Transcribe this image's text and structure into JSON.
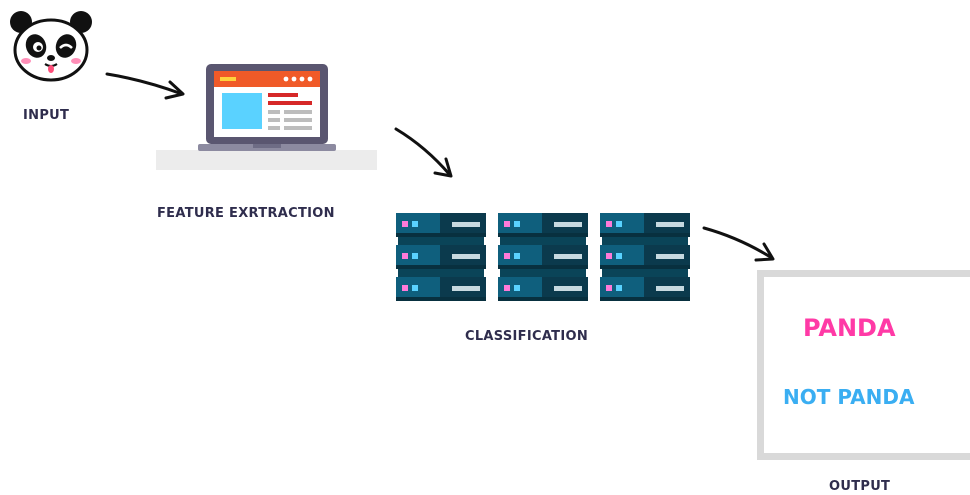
{
  "nodes": {
    "input": {
      "label": "INPUT",
      "icon": "panda-face-icon"
    },
    "feature_extraction": {
      "label": "FEATURE EXRTRACTION",
      "icon": "laptop-icon"
    },
    "classification": {
      "label": "CLASSIFICATION",
      "icon": "server-rack-icon"
    },
    "output": {
      "label": "OUTPUT"
    }
  },
  "output_box": {
    "class_positive": "PANDA",
    "class_negative": "NOT PANDA"
  },
  "colors": {
    "label_text": "#2f2d4d",
    "panda_pink": "#ff3aa6",
    "not_panda_blue": "#3aaef2",
    "server_dark": "#0b3a4d",
    "server_mid": "#0f5f7d",
    "laptop_frame": "#5a5670",
    "laptop_header": "#f05a28",
    "laptop_panel": "#5ad2ff",
    "box_border": "#d9d9d9"
  }
}
